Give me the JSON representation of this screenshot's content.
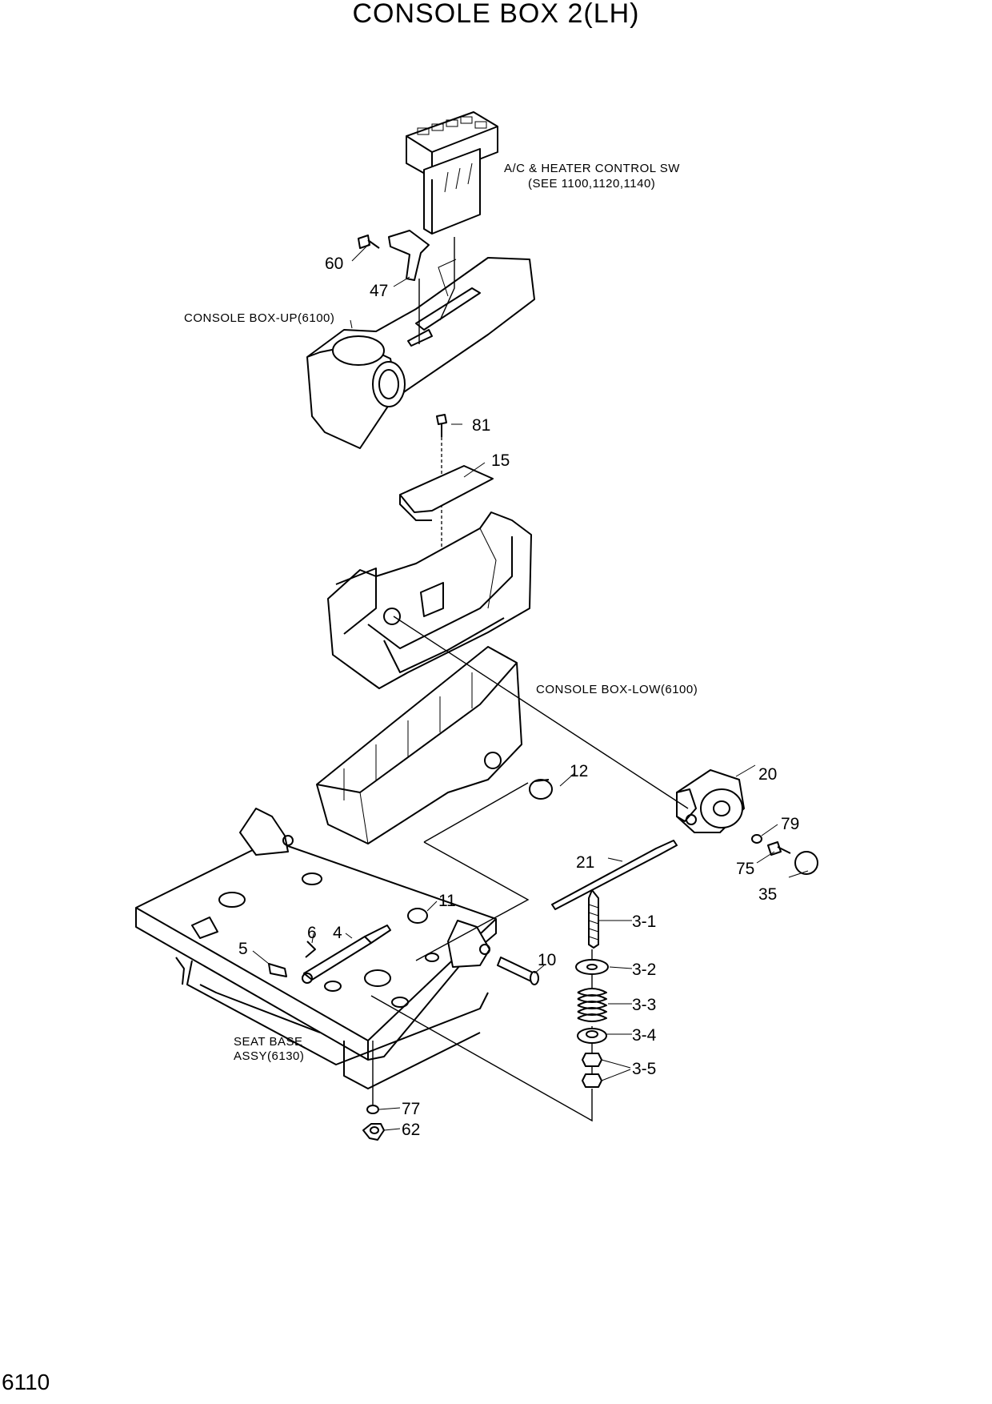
{
  "title": "CONSOLE BOX 2(LH)",
  "page_number": "6110",
  "notes": {
    "ac_heater_line1": "A/C & HEATER CONTROL SW",
    "ac_heater_line2": "(SEE 1100,1120,1140)",
    "console_box_up": "CONSOLE BOX-UP(6100)",
    "console_box_low": "CONSOLE BOX-LOW(6100)",
    "seat_base_line1": "SEAT BASE",
    "seat_base_line2": "ASSY(6130)"
  },
  "callouts": {
    "p60": "60",
    "p47": "47",
    "p81": "81",
    "p15": "15",
    "p12": "12",
    "p20": "20",
    "p79": "79",
    "p75": "75",
    "p35": "35",
    "p21": "21",
    "p11": "11",
    "p6": "6",
    "p4": "4",
    "p5": "5",
    "p10": "10",
    "p3_1": "3-1",
    "p3_2": "3-2",
    "p3_3": "3-3",
    "p3_4": "3-4",
    "p3_5": "3-5",
    "p77": "77",
    "p62": "62"
  }
}
